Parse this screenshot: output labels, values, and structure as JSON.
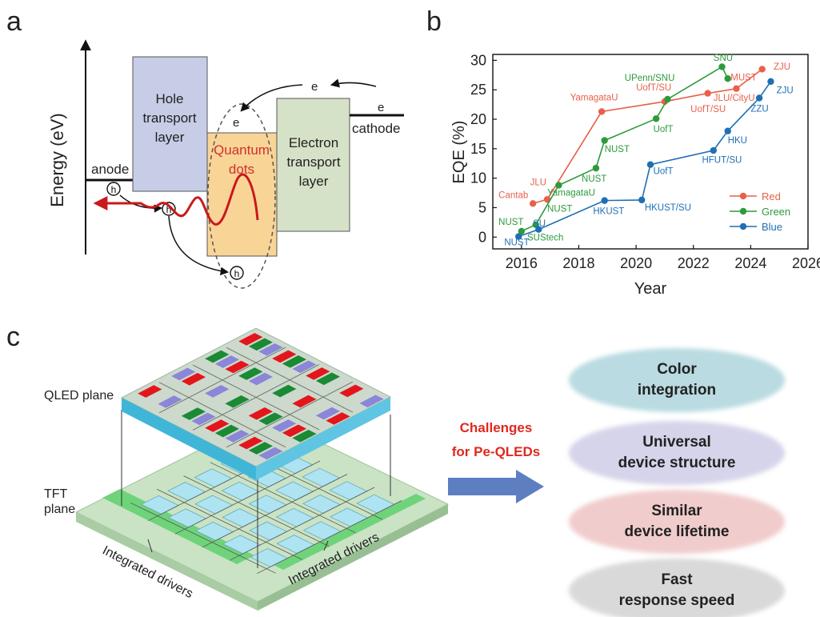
{
  "panels": {
    "a": "a",
    "b": "b",
    "c": "c"
  },
  "panel_a": {
    "ylabel": "Energy (eV)",
    "htl_line1": "Hole",
    "htl_line2": "transport",
    "htl_line3": "layer",
    "qd_line1": "Quantum",
    "qd_line2": "dots",
    "etl_line1": "Electron",
    "etl_line2": "transport",
    "etl_line3": "layer",
    "anode": "anode",
    "cathode": "cathode",
    "electron": "e",
    "hole": "h",
    "colors": {
      "htl": "#c7cde6",
      "qd": "#f9d497",
      "etl": "#d6e2c8",
      "qd_text": "#d0312d",
      "photon": "#c8191b"
    }
  },
  "chart_data": {
    "type": "line",
    "xlabel": "Year",
    "ylabel": "EQE (%)",
    "xlim": [
      2015,
      2026
    ],
    "ylim": [
      -2,
      31
    ],
    "xticks": [
      2016,
      2018,
      2020,
      2022,
      2024,
      2026
    ],
    "yticks": [
      0,
      5,
      10,
      15,
      20,
      25,
      30
    ],
    "legend_position": "lower-right",
    "grid": false,
    "series": [
      {
        "name": "Red",
        "color": "#e8604a",
        "x": [
          2016.4,
          2016.9,
          2018.8,
          2021.0,
          2022.5,
          2023.5,
          2024.4
        ],
        "y": [
          5.7,
          6.4,
          21.3,
          23.0,
          24.4,
          25.2,
          28.5
        ]
      },
      {
        "name": "Green",
        "color": "#2d9a3c",
        "x": [
          2016.0,
          2016.5,
          2017.3,
          2018.6,
          2018.9,
          2020.7,
          2021.1,
          2023.0,
          2023.2
        ],
        "y": [
          1.0,
          2.1,
          8.8,
          11.7,
          16.4,
          20.1,
          23.4,
          28.9,
          26.9
        ]
      },
      {
        "name": "Blue",
        "color": "#1f6fb5",
        "x": [
          2015.9,
          2016.6,
          2018.9,
          2020.2,
          2020.5,
          2022.7,
          2023.2,
          2024.3,
          2024.7
        ],
        "y": [
          0.1,
          1.3,
          6.2,
          6.3,
          12.3,
          14.7,
          18.0,
          23.6,
          26.4
        ]
      }
    ],
    "annotations": [
      {
        "text": "Cantab",
        "x": 2015.2,
        "y": 6.6,
        "series": "Red"
      },
      {
        "text": "JLU",
        "x": 2016.3,
        "y": 8.8,
        "series": "Red"
      },
      {
        "text": "YamagataU",
        "x": 2017.7,
        "y": 23.2,
        "series": "Red"
      },
      {
        "text": "UofT/SU",
        "x": 2020.0,
        "y": 24.9,
        "series": "Red"
      },
      {
        "text": "JLU/CityU",
        "x": 2022.7,
        "y": 23.1,
        "series": "Red"
      },
      {
        "text": "UofT/SU",
        "x": 2021.9,
        "y": 21.2,
        "series": "Red"
      },
      {
        "text": "MUST",
        "x": 2023.3,
        "y": 26.6,
        "series": "Red"
      },
      {
        "text": "ZJU",
        "x": 2024.8,
        "y": 28.4,
        "series": "Red"
      },
      {
        "text": "NUST",
        "x": 2015.2,
        "y": 2.1,
        "series": "Green"
      },
      {
        "text": "NUST",
        "x": 2016.9,
        "y": 4.3,
        "series": "Green"
      },
      {
        "text": "YamagataU",
        "x": 2016.9,
        "y": 7.0,
        "series": "Green"
      },
      {
        "text": "NUST",
        "x": 2018.1,
        "y": 9.4,
        "series": "Green"
      },
      {
        "text": "NUST",
        "x": 2018.9,
        "y": 14.4,
        "series": "Green"
      },
      {
        "text": "UofT",
        "x": 2020.6,
        "y": 17.8,
        "series": "Green"
      },
      {
        "text": "UPenn/SNU",
        "x": 2019.6,
        "y": 26.5,
        "series": "Green"
      },
      {
        "text": "SNU",
        "x": 2022.7,
        "y": 29.9,
        "series": "Green"
      },
      {
        "text": "SUStech",
        "x": 2016.2,
        "y": -0.6,
        "series": "Green"
      },
      {
        "text": "NUST",
        "x": 2015.4,
        "y": -1.4,
        "series": "Blue"
      },
      {
        "text": "SU",
        "x": 2016.4,
        "y": 1.8,
        "series": "Blue"
      },
      {
        "text": "HKUST",
        "x": 2018.5,
        "y": 3.9,
        "series": "Blue"
      },
      {
        "text": "HKUST/SU",
        "x": 2020.3,
        "y": 4.5,
        "series": "Blue"
      },
      {
        "text": "UofT",
        "x": 2020.6,
        "y": 10.7,
        "series": "Blue"
      },
      {
        "text": "HFUT/SU",
        "x": 2022.3,
        "y": 12.6,
        "series": "Blue"
      },
      {
        "text": "HKU",
        "x": 2023.2,
        "y": 15.9,
        "series": "Blue"
      },
      {
        "text": "ZZU",
        "x": 2024.0,
        "y": 21.3,
        "series": "Blue"
      },
      {
        "text": "ZJU",
        "x": 2024.9,
        "y": 24.4,
        "series": "Blue"
      }
    ]
  },
  "panel_c": {
    "qled_label": "QLED plane",
    "tft_label_line1": "TFT",
    "tft_label_line2": "plane",
    "drivers_left": "Integrated drivers",
    "drivers_right": "Integrated drivers",
    "challenges_line1": "Challenges",
    "challenges_line2": "for Pe-QLEDs",
    "pixel_colors": {
      "red": "#e3161c",
      "green": "#1a8a34",
      "blue": "#8a86d8"
    },
    "ovals": [
      {
        "line1": "Color",
        "line2": "integration",
        "color": "#b9dbe1"
      },
      {
        "line1": "Universal",
        "line2": "device structure",
        "color": "#d5d4ea"
      },
      {
        "line1": "Similar",
        "line2": "device lifetime",
        "color": "#f1cccc"
      },
      {
        "line1": "Fast",
        "line2": "response speed",
        "color": "#d9d9d9"
      }
    ]
  }
}
